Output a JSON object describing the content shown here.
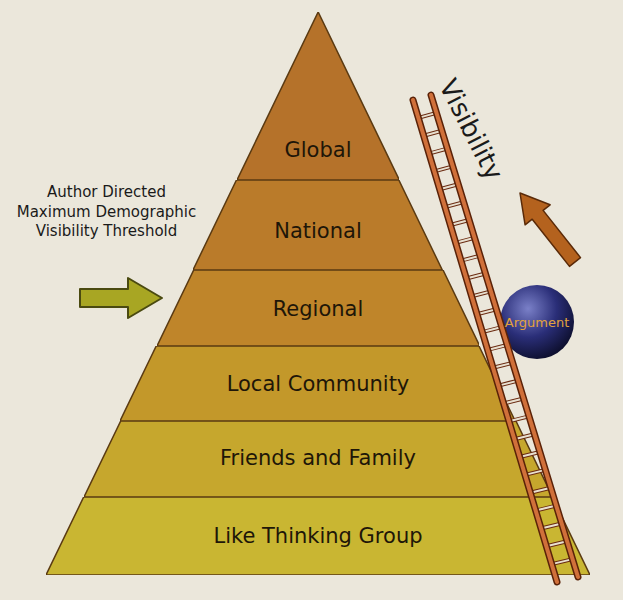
{
  "diagram": {
    "nodes": [
      {
        "text": [
          "Global"
        ]
      },
      {
        "text": [
          "National"
        ]
      },
      {
        "text": [
          "Regional"
        ]
      },
      {
        "text": [
          "Local Community"
        ]
      },
      {
        "text": [
          "Friends and Family"
        ]
      },
      {
        "text": [
          "Like Thinking Group"
        ]
      },
      {
        "text": [
          "Argument"
        ]
      }
    ],
    "labels": [
      "Author Directed Maximum Demographic Visibility Threshold",
      "Visibility"
    ]
  }
}
